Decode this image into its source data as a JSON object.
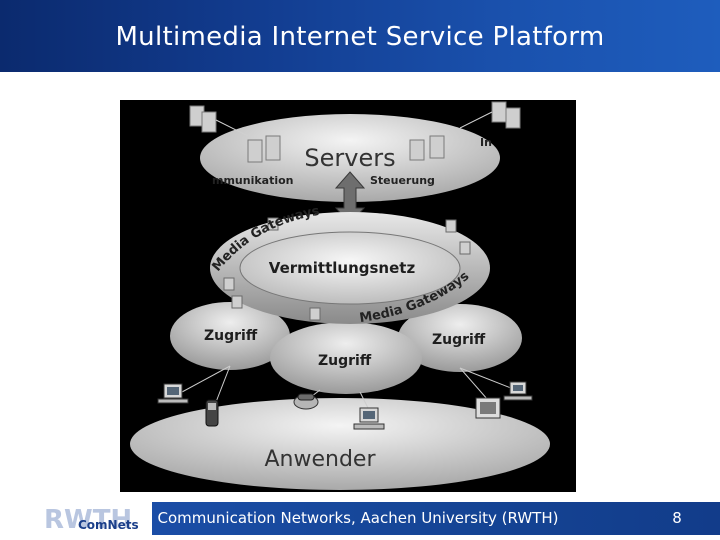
{
  "slide": {
    "title": "Multimedia Internet Service Platform"
  },
  "diagram": {
    "servers_label": "Servers",
    "kommunikation_label": "mmunikation",
    "steuerung_label": "Steuerung",
    "partial_label": "In",
    "gateways_top_label": "Media Gateways",
    "gateways_bottom_label": "Media Gateways",
    "network_label": "Vermittlungsnetz",
    "access_left_label": "Zugriff",
    "access_center_label": "Zugriff",
    "access_right_label": "Zugriff",
    "users_label": "Anwender"
  },
  "footer": {
    "text": "Communication Networks, Aachen University (RWTH)",
    "page_number": "8"
  },
  "logo": {
    "rwth": "RWTH",
    "comnets": "ComNets"
  },
  "colors": {
    "title_bar": "#123c8f",
    "footer_bar": "#154596",
    "diagram_background": "#000000"
  }
}
